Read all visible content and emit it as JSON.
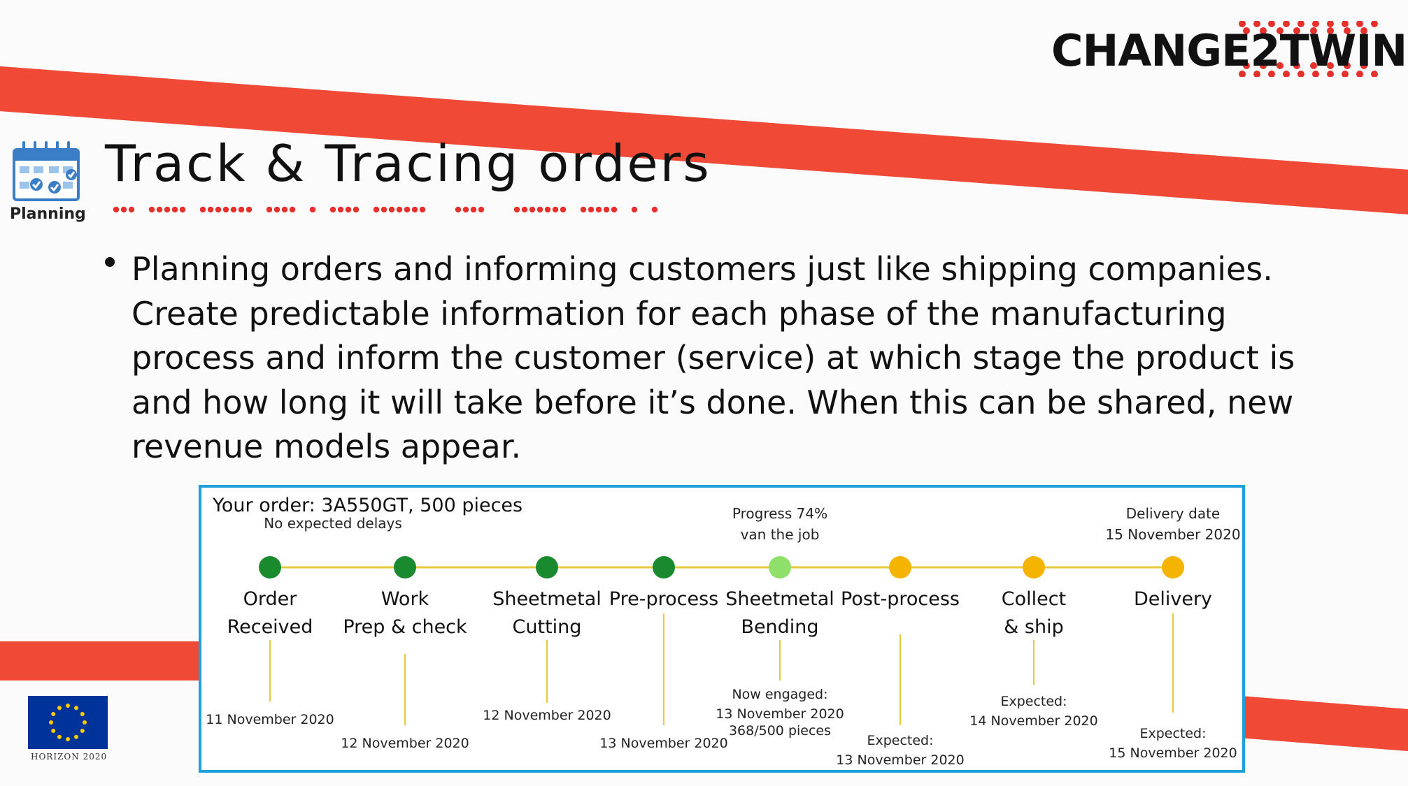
{
  "brand": {
    "logo_text": "CHANGE2TWIN",
    "accent_color": "#f04a37",
    "dot_color": "#e5302c"
  },
  "header": {
    "icon": "calendar-check-icon",
    "icon_label": "Planning",
    "title": "Track & Tracing orders"
  },
  "body": {
    "bullet_lines": [
      "Planning orders and informing customers just like shipping companies.",
      "Create predictable information for each phase of the manufacturing",
      "process and inform the customer (service) at which stage the product is",
      "and how long it will take before  it’s done. When this can be shared, new",
      "revenue models appear."
    ]
  },
  "tracker": {
    "border_color": "#1fa0dc",
    "order_title": "Your order: 3A550GT, 500 pieces",
    "line_color": "#e8c93c",
    "stages": [
      {
        "label": [
          "Order",
          "Received"
        ],
        "status": "done",
        "color": "#1a8a2e",
        "top_note": [
          "No expected delays"
        ],
        "bottom_note": [
          "11 November 2020"
        ]
      },
      {
        "label": [
          "Work",
          "Prep & check"
        ],
        "status": "done",
        "color": "#1a8a2e",
        "top_note": [],
        "bottom_note": [
          "12 November 2020"
        ]
      },
      {
        "label": [
          "Sheetmetal",
          "Cutting"
        ],
        "status": "done",
        "color": "#1a8a2e",
        "top_note": [],
        "bottom_note": [
          "12 November 2020"
        ]
      },
      {
        "label": [
          "Pre-process"
        ],
        "status": "done",
        "color": "#1a8a2e",
        "top_note": [],
        "bottom_note": [
          "13 November 2020"
        ]
      },
      {
        "label": [
          "Sheetmetal",
          "Bending"
        ],
        "status": "in-progress",
        "color": "#8ee06a",
        "top_note": [
          "Progress 74%",
          "van the job"
        ],
        "bottom_note": [
          "Now engaged:",
          "13 November 2020",
          "368/500 pieces"
        ]
      },
      {
        "label": [
          "Post-process"
        ],
        "status": "expected",
        "color": "#f4b400",
        "top_note": [],
        "bottom_note": [
          "Expected:",
          "13 November 2020"
        ]
      },
      {
        "label": [
          "Collect",
          "& ship"
        ],
        "status": "expected",
        "color": "#f4b400",
        "top_note": [],
        "bottom_note": [
          "Expected:",
          "14 November 2020"
        ]
      },
      {
        "label": [
          "Delivery"
        ],
        "status": "expected",
        "color": "#f4b400",
        "top_note": [
          "Delivery date",
          "15 November 2020"
        ],
        "bottom_note": [
          "Expected:",
          "15 November 2020"
        ]
      }
    ]
  },
  "footer": {
    "flag_icon": "eu-flag-icon",
    "flag_label": "HORIZON 2020"
  }
}
